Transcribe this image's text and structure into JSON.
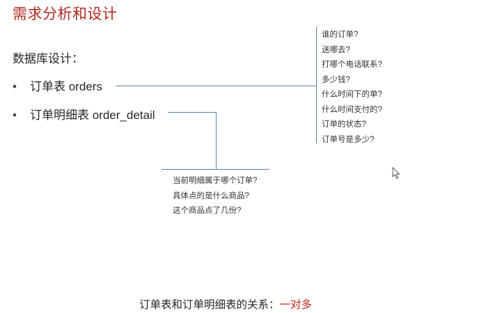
{
  "slide": {
    "title": "需求分析和设计",
    "section_label": "数据库设计：",
    "bullets": [
      {
        "text": "订单表 orders"
      },
      {
        "text": "订单明细表 order_detail"
      }
    ],
    "bullet_symbol": "•",
    "orders_notes": [
      "谁的订单?",
      "送哪去?",
      "打哪个电话联系?",
      "多少钱?",
      "什么时间下的单?",
      "什么时间支付的?",
      "订单的状态?",
      "订单号是多少?"
    ],
    "detail_notes": [
      "当前明细属于哪个订单?",
      "具体点的是什么商品?",
      "这个商品点了几份?"
    ],
    "relation_label": "订单表和订单明细表的关系：",
    "relation_value": "一对多"
  },
  "colors": {
    "title": "#b02a1e",
    "connector": "#5b7fa8",
    "highlight": "#c0281c"
  },
  "icons": {
    "cursor": "mouse-pointer-icon"
  }
}
